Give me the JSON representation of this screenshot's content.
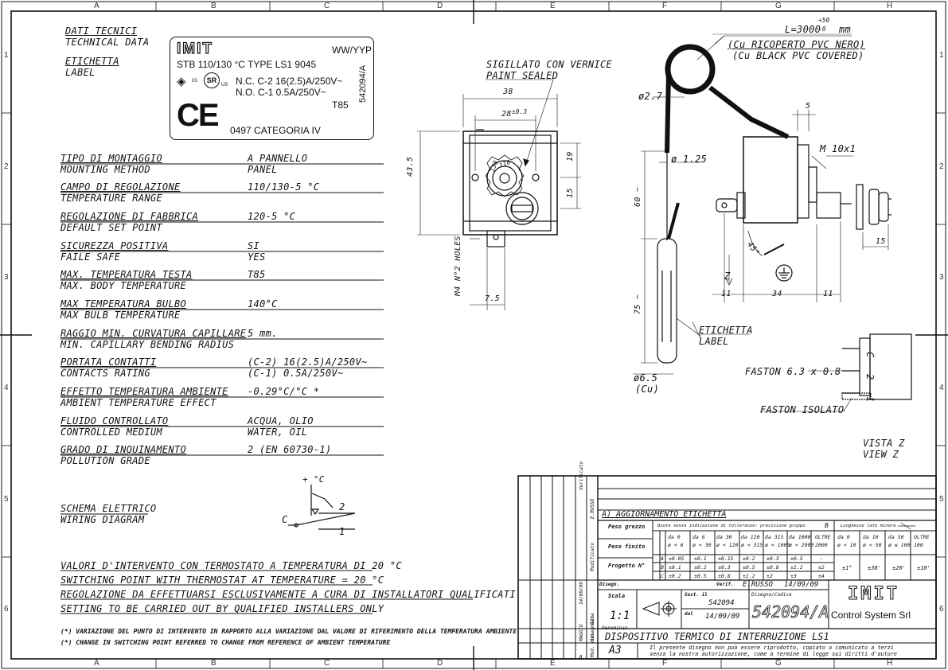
{
  "grid": {
    "columns": [
      "A",
      "B",
      "C",
      "D",
      "E",
      "F",
      "G",
      "H"
    ],
    "rows": [
      "1",
      "2",
      "3",
      "4",
      "5",
      "6"
    ]
  },
  "label_box": {
    "brand": "IMIT",
    "code_date": "WW/YYP",
    "model": "STB 110/130 °C TYPE LS1 9045",
    "nc_line": "N.C. C-2 16(2.5)A/250V~",
    "no_line": "N.O. C-1 0.5A/250V~",
    "t_rating": "T85",
    "ce": "CE",
    "ce_number": "0497 CATEGORIA IV",
    "drawing_no": "542094/A",
    "mark1_sub": "03",
    "mark2_sub": "US",
    "mark2": "SR"
  },
  "header": {
    "tech_it": "DATI TECNICI",
    "tech_en": "TECHNICAL DATA",
    "label_it": "ETICHETTA",
    "label_en": "LABEL"
  },
  "specs": [
    {
      "it": "TIPO DI MONTAGGIO",
      "en": "MOUNTING METHOD",
      "v1": "A PANNELLO",
      "v2": "PANEL"
    },
    {
      "it": "CAMPO DI REGOLAZIONE",
      "en": "TEMPERATURE RANGE",
      "v1": "110/130-5 °C",
      "v2": ""
    },
    {
      "it": "REGOLAZIONE DI FABBRICA",
      "en": "DEFAULT SET POINT",
      "v1": "120-5 °C",
      "v2": ""
    },
    {
      "it": "SICUREZZA POSITIVA",
      "en": "FAILE SAFE",
      "v1": "SI",
      "v2": "YES"
    },
    {
      "it": "MAX. TEMPERATURA TESTA",
      "en": "MAX. BODY TEMPERATURE",
      "v1": "T85",
      "v2": ""
    },
    {
      "it": "MAX TEMPERATURA BULBO",
      "en": "MAX BULB TEMPERATURE",
      "v1": "140°C",
      "v2": ""
    },
    {
      "it": "RAGGIO MIN. CURVATURA CAPILLARE",
      "en": "MIN. CAPILLARY BENDING RADIUS",
      "v1": "5 mm.",
      "v2": ""
    },
    {
      "it": "PORTATA CONTATTI",
      "en": "CONTACTS RATING",
      "v1": "(C-2) 16(2.5)A/250V~",
      "v2": "(C-1) 0.5A/250V~"
    },
    {
      "it": "EFFETTO TEMPERATURA AMBIENTE",
      "en": "AMBIENT TEMPERATURE EFFECT",
      "v1": "-0.29°C/°C *",
      "v2": ""
    },
    {
      "it": "FLUIDO CONTROLLATO",
      "en": "CONTROLLED MEDIUM",
      "v1": "ACQUA, OLIO",
      "v2": "WATER, OIL"
    },
    {
      "it": "GRADO DI INQUINAMENTO",
      "en": "POLLUTION GRADE",
      "v1": "2 (EN 60730-1)",
      "v2": ""
    }
  ],
  "wiring": {
    "it": "SCHEMA ELETTRICO",
    "en": "WIRING DIAGRAM",
    "plus": "+ °C",
    "c": "C",
    "t1": "1",
    "t2": "2"
  },
  "notes": {
    "n1": "VALORI D'INTERVENTO CON TERMOSTATO A TEMPERATURA DI 20 °C",
    "n2": "SWITCHING POINT WITH THERMOSTAT AT TEMPERATURE = 20 °C",
    "n3": "REGOLAZIONE DA EFFETTUARSI ESCLUSIVAMENTE A CURA DI INSTALLATORI QUALIFICATI",
    "n4": "SETTING TO BE CARRIED OUT BY QUALIFIED INSTALLERS ONLY",
    "f1": "(*) VARIAZIONE DEL PUNTO DI INTERVENTO IN RAPPORTO ALLA VARIAZIONE DAL VALORE DI RIFERIMENTO DELLA TEMPERATURA AMBIENTE",
    "f2": "(*) CHANGE IN SWITCHING POINT REFERRED TO CHANGE FROM REFERENCE OF AMBIENT TEMPERATURE"
  },
  "front_view": {
    "sealed_it": "SIGILLATO CON VERNICE",
    "sealed_en": "PAINT SEALED",
    "d38": "38",
    "d28": "28",
    "d28_tol": "±0.3",
    "d435": "43.5",
    "d19": "19",
    "d15": "15",
    "d75": "7.5",
    "holes": "M4 N°2 HOLES",
    "dial_min": "130",
    "dial_max": "110"
  },
  "side_view": {
    "length": "L=3000",
    "length_tol_up": "+50",
    "length_tol_dn": "-0",
    "length_unit": "mm",
    "cu_it": "(Cu RICOPERTO PVC NERO)",
    "cu_en": "(Cu BLACK PVC COVERED)",
    "d27": "ø2.7",
    "d125": "ø 1.25",
    "d5": "5",
    "m10": "M 10x1",
    "d60": "60 ~",
    "d75": "75 ~",
    "d65": "ø6.5",
    "cu": "(Cu)",
    "d45": "45°",
    "z": "Z",
    "d11a": "11",
    "d34": "34",
    "d11b": "11",
    "d15": "15",
    "etichetta": "ETICHETTA",
    "label": "LABEL",
    "faston": "FASTON 6.3 x 0.8",
    "faston_iso": "FASTON ISOLATO",
    "vista_it": "VISTA Z",
    "vista_en": "VIEW Z",
    "pin_c": "C",
    "pin_2": "2",
    "pin_1": "1"
  },
  "title_block": {
    "verificato": "Verificato",
    "russo_v": "E.RUSSO",
    "modificato": "Modificato",
    "data": "Data",
    "data_v": "14/09/09",
    "disegnato": "Disegnato",
    "disegnato_v": "MAGGIO",
    "mod_num": "Mod. num.",
    "mod_v": "A",
    "update": "A) AGGIORNAMENTO ETICHETTA",
    "peso_grezzo": "Peso grezzo",
    "peso_finito": "Peso finito",
    "progetto": "Progetto N°",
    "quote": "Quote senza indicazione di tolleranze: precisione gruppo",
    "gruppo": "B",
    "lunghezze": "Lunghezze lato minore",
    "tol_head": [
      "da 0\nø < 6",
      "da 6\nø < 30",
      "da 30\nø < 120",
      "da 120\nø < 315",
      "da 315\nø < 1000",
      "da 1000\nø < 2000",
      "OLTRE\n2000"
    ],
    "tol_rows": [
      {
        "g": "A",
        "vals": [
          "±0.05",
          "±0.1",
          "±0.15",
          "±0.2",
          "±0.3",
          "±0.5",
          "-"
        ]
      },
      {
        "g": "B",
        "vals": [
          "±0.1",
          "±0.2",
          "±0.3",
          "±0.5",
          "±0.8",
          "±1.2",
          "±2"
        ]
      },
      {
        "g": "C",
        "vals": [
          "±0.2",
          "±0.5",
          "±0.8",
          "±1.2",
          "±2",
          "±3",
          "±4"
        ]
      }
    ],
    "ang_head": [
      "da 0\nø < 10",
      "da 10\nø < 50",
      "da 50\nø ≤ 100",
      "OLTRE\n100"
    ],
    "ang_vals": [
      "±1°",
      "±30'",
      "±20'",
      "±10'"
    ],
    "disegn": "Disegn.",
    "verif": "Verif.",
    "verif_v": "E.RUSSO",
    "verif_date": "14/09/09",
    "scala": "Scala",
    "scala_v": "1:1",
    "sost_il": "Sost. il",
    "sost_v": "542094",
    "dal": "dal",
    "dal_v": "14/09/09",
    "disegno_codice": "Disegno/Codice",
    "codice": "542094/A",
    "brand": "IMIT",
    "company": "Control System Srl",
    "denominaz": "Denominaz.",
    "title": "DISPOSITIVO TERMICO DI INTERRUZIONE LS1",
    "format": "A3",
    "legal1": "Il presente disegno non può essere riprodotto, copiato o comunicato a terzi",
    "legal2": "senza la nostra autorizzazione, come a termine di legge sui diritti d'autore"
  }
}
